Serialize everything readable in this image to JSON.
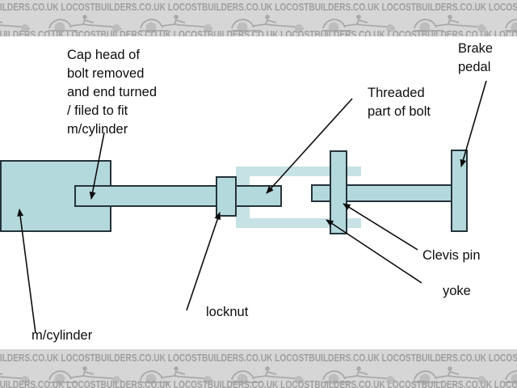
{
  "watermark": {
    "brand": "LOCOSTBUILDERS.CO.UK",
    "car_icon": "locost-seven-car-silhouette",
    "colors": {
      "band_bg": "#d6d6d6",
      "band_text": "#9f9f9f",
      "band_car": "#a9a9a9"
    }
  },
  "diagram": {
    "colors": {
      "part_fill": "#b4d9dd",
      "yoke_fill": "#c6e2e5",
      "part_outline": "#25343a",
      "label_ink": "#0d0d0d",
      "background": "#ffffff"
    },
    "labels": {
      "cap_head": "Cap head of\nbolt removed\nand end turned\n/ filed to fit\nm/cylinder",
      "threaded": "Threaded\npart of bolt",
      "brake_pedal": "Brake\npedal",
      "clevis_pin": "Clevis pin",
      "yoke": "yoke",
      "locknut": "locknut",
      "m_cylinder": "m/cylinder"
    }
  }
}
